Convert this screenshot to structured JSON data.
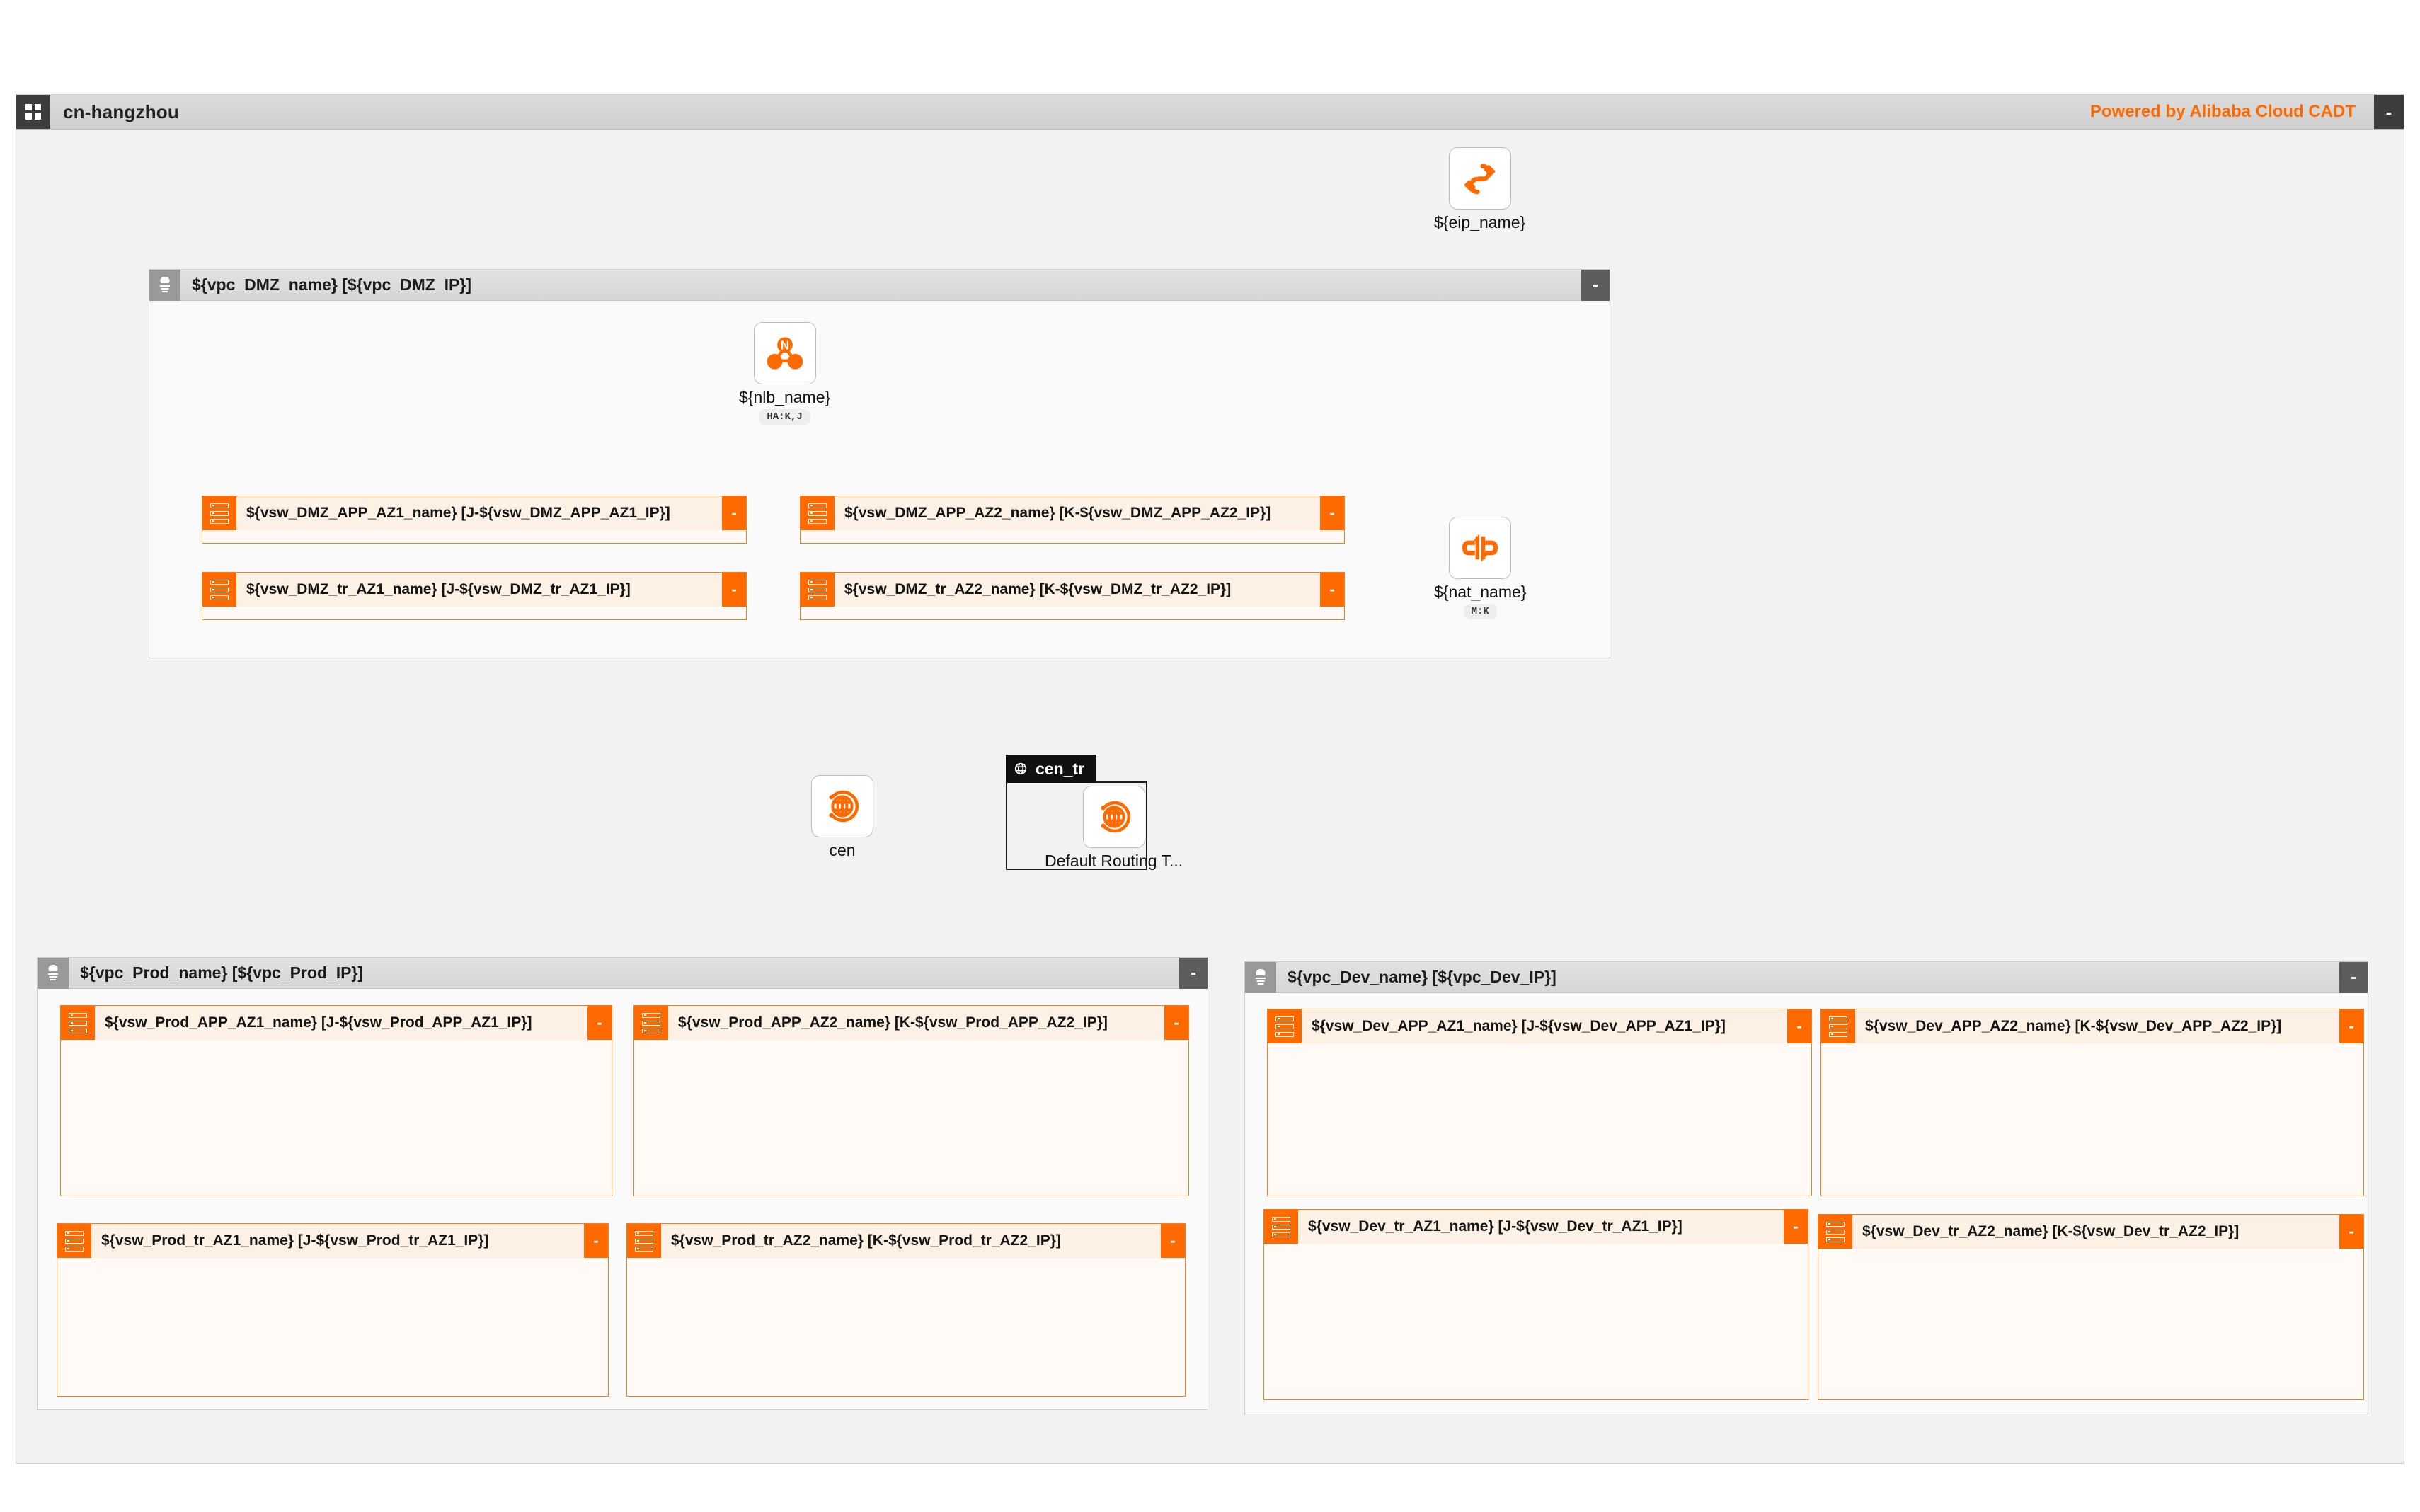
{
  "header": {
    "region_title": "cn-hangzhou",
    "powered_by": "Powered by Alibaba Cloud CADT",
    "minimize_label": "-",
    "grid_icon": "grid-icon"
  },
  "nodes": {
    "eip": {
      "label": "${eip_name}",
      "icon": "eip-icon",
      "badge": ""
    },
    "nat": {
      "label": "${nat_name}",
      "icon": "nat-gateway-icon",
      "badge": "M:K"
    },
    "nlb": {
      "label": "${nlb_name}",
      "icon": "nlb-icon",
      "badge": "HA:K,J"
    },
    "cen": {
      "label": "cen",
      "icon": "cen-globe-icon",
      "badge": ""
    },
    "cen_tr_route": {
      "label": "Default Routing T...",
      "icon": "cen-globe-icon",
      "badge": ""
    }
  },
  "cen_group": {
    "title": "cen_tr",
    "icon": "globe-icon"
  },
  "vpcs": [
    {
      "key": "dmz",
      "title": "${vpc_DMZ_name} [${vpc_DMZ_IP}]",
      "minimize_label": "-",
      "icon": "vpc-icon",
      "vswitches": [
        {
          "label": "${vsw_DMZ_APP_AZ1_name} [J-${vsw_DMZ_APP_AZ1_IP}]",
          "minimize_label": "-",
          "icon": "vswitch-icon"
        },
        {
          "label": "${vsw_DMZ_APP_AZ2_name} [K-${vsw_DMZ_APP_AZ2_IP}]",
          "minimize_label": "-",
          "icon": "vswitch-icon"
        },
        {
          "label": "${vsw_DMZ_tr_AZ1_name} [J-${vsw_DMZ_tr_AZ1_IP}]",
          "minimize_label": "-",
          "icon": "vswitch-icon"
        },
        {
          "label": "${vsw_DMZ_tr_AZ2_name} [K-${vsw_DMZ_tr_AZ2_IP}]",
          "minimize_label": "-",
          "icon": "vswitch-icon"
        }
      ]
    },
    {
      "key": "prod",
      "title": "${vpc_Prod_name} [${vpc_Prod_IP}]",
      "minimize_label": "-",
      "icon": "vpc-icon",
      "vswitches": [
        {
          "label": "${vsw_Prod_APP_AZ1_name} [J-${vsw_Prod_APP_AZ1_IP}]",
          "minimize_label": "-",
          "icon": "vswitch-icon"
        },
        {
          "label": "${vsw_Prod_APP_AZ2_name} [K-${vsw_Prod_APP_AZ2_IP}]",
          "minimize_label": "-",
          "icon": "vswitch-icon"
        },
        {
          "label": "${vsw_Prod_tr_AZ1_name} [J-${vsw_Prod_tr_AZ1_IP}]",
          "minimize_label": "-",
          "icon": "vswitch-icon"
        },
        {
          "label": "${vsw_Prod_tr_AZ2_name} [K-${vsw_Prod_tr_AZ2_IP}]",
          "minimize_label": "-",
          "icon": "vswitch-icon"
        }
      ]
    },
    {
      "key": "dev",
      "title": "${vpc_Dev_name} [${vpc_Dev_IP}]",
      "minimize_label": "-",
      "icon": "vpc-icon",
      "vswitches": [
        {
          "label": "${vsw_Dev_APP_AZ1_name} [J-${vsw_Dev_APP_AZ1_IP}]",
          "minimize_label": "-",
          "icon": "vswitch-icon"
        },
        {
          "label": "${vsw_Dev_APP_AZ2_name} [K-${vsw_Dev_APP_AZ2_IP}]",
          "minimize_label": "-",
          "icon": "vswitch-icon"
        },
        {
          "label": "${vsw_Dev_tr_AZ1_name} [J-${vsw_Dev_tr_AZ1_IP}]",
          "minimize_label": "-",
          "icon": "vswitch-icon"
        },
        {
          "label": "${vsw_Dev_tr_AZ2_name} [K-${vsw_Dev_tr_AZ2_IP}]",
          "minimize_label": "-",
          "icon": "vswitch-icon"
        }
      ]
    }
  ],
  "colors": {
    "accent": "#ff6a00",
    "edge": "#f26a1b",
    "panel": "#f2f2f2",
    "titlebar": "#d2d2d2",
    "dark": "#3c3c3c"
  }
}
